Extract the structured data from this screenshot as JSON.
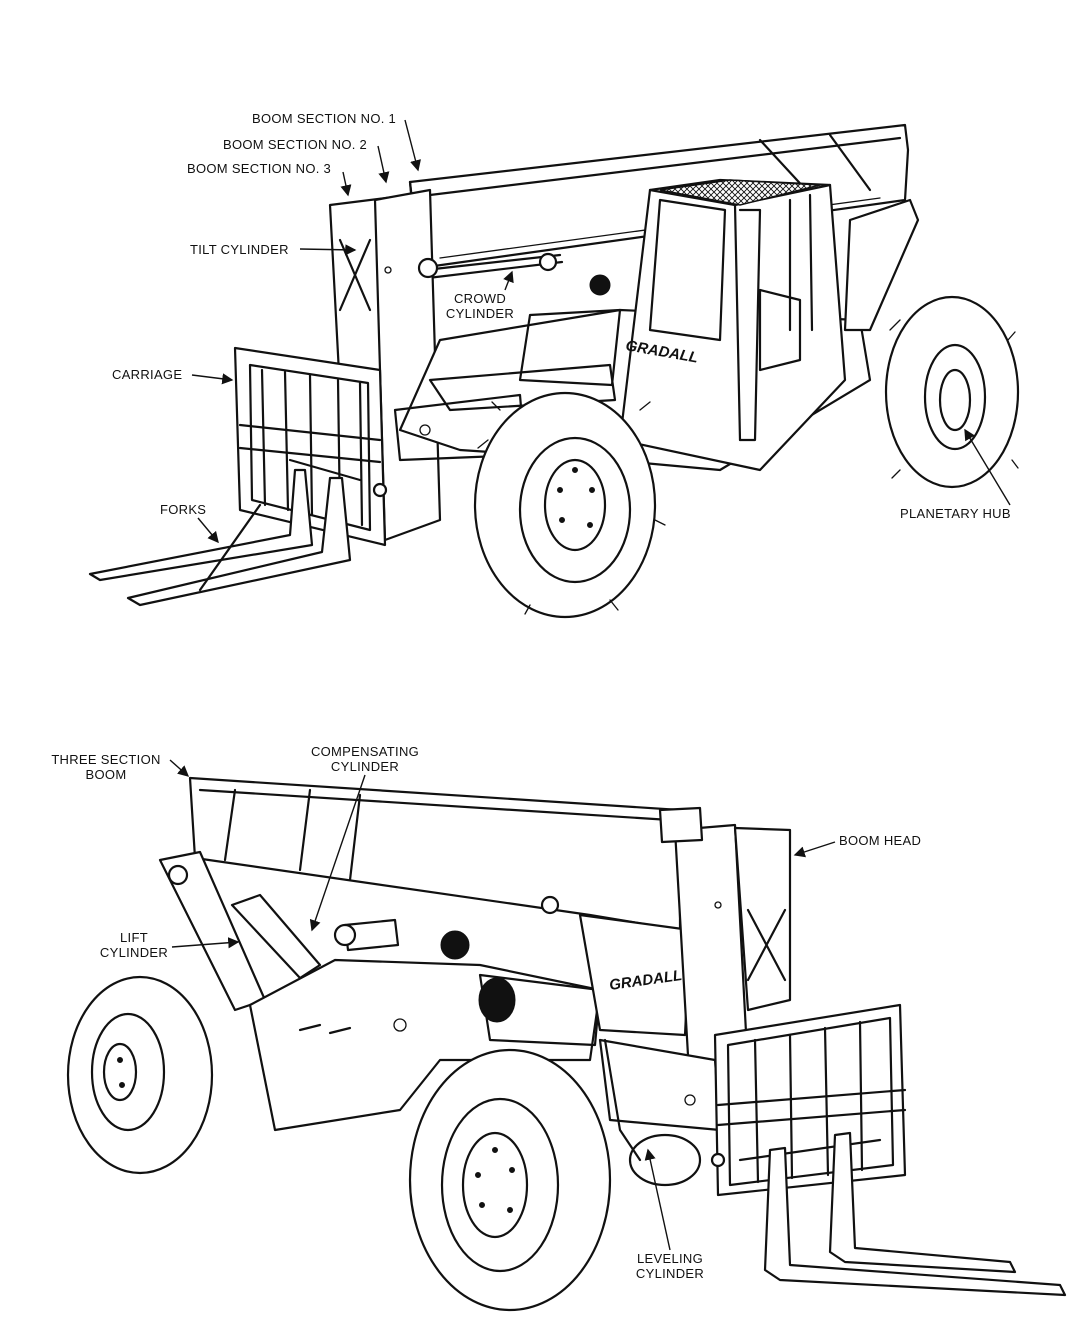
{
  "figure_top": {
    "labels": {
      "boom_section_1": "BOOM SECTION NO. 1",
      "boom_section_2": "BOOM SECTION NO. 2",
      "boom_section_3": "BOOM SECTION NO. 3",
      "tilt_cylinder": "TILT CYLINDER",
      "crowd_cylinder_l1": "CROWD",
      "crowd_cylinder_l2": "CYLINDER",
      "carriage": "CARRIAGE",
      "forks": "FORKS",
      "planetary_hub": "PLANETARY HUB"
    },
    "logo": "GRADALL"
  },
  "figure_bottom": {
    "labels": {
      "three_section_boom_l1": "THREE SECTION",
      "three_section_boom_l2": "BOOM",
      "compensating_cylinder_l1": "COMPENSATING",
      "compensating_cylinder_l2": "CYLINDER",
      "boom_head": "BOOM HEAD",
      "lift_cylinder_l1": "LIFT",
      "lift_cylinder_l2": "CYLINDER",
      "leveling_cylinder_l1": "LEVELING",
      "leveling_cylinder_l2": "CYLINDER"
    },
    "logo": "GRADALL"
  }
}
